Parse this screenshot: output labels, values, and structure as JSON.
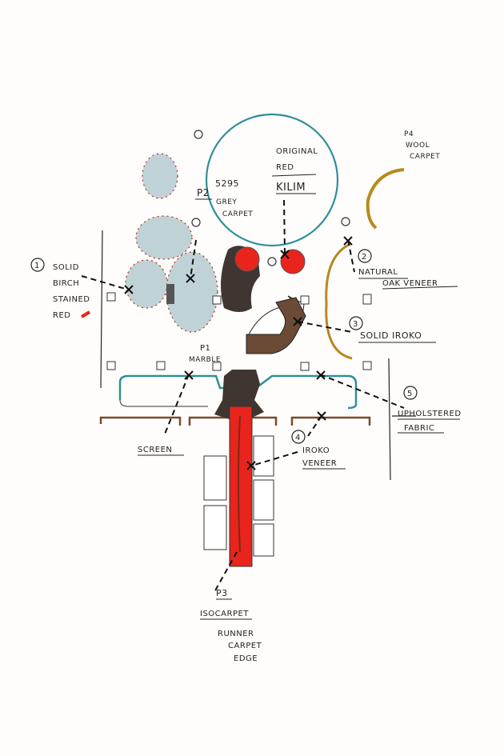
{
  "sketch": {
    "labels": {
      "kilim_line1": "ORIGINAL",
      "kilim_line2": "RED",
      "kilim_line3": "KILIM",
      "p2_code": "P2",
      "p2_line1": "5295",
      "p2_line2": "GREY",
      "p2_line3": "CARPET",
      "p4_code": "P4",
      "p4_line1": "WOOL",
      "p4_line2": "CARPET",
      "n1": "1",
      "n1_line1": "SOLID",
      "n1_line2": "BIRCH",
      "n1_line3": "STAINED",
      "n1_line4": "RED",
      "n2": "2",
      "n2_line1": "NATURAL",
      "n2_line2": "OAK VENEER",
      "n3": "3",
      "n3_line1": "SOLID IROKO",
      "p1_code": "P1",
      "p1_line1": "MARBLE",
      "screen": "SCREEN",
      "n4": "4",
      "n4_line1": "IROKO",
      "n4_line2": "VENEER",
      "n5": "5",
      "n5_line1": "UPHOLSTERED",
      "n5_line2": "FABRIC",
      "p3_code": "P3",
      "p3_line1": "ISOCARPET",
      "runner_line1": "RUNNER",
      "runner_line2": "CARPET",
      "runner_line3": "EDGE"
    },
    "colors": {
      "teal": "#2f8f9a",
      "red": "#e8241c",
      "grey_blue": "#b7cdd2",
      "dark": "#3a302c",
      "ochre": "#b8891c",
      "brown": "#7a4a2c"
    }
  }
}
